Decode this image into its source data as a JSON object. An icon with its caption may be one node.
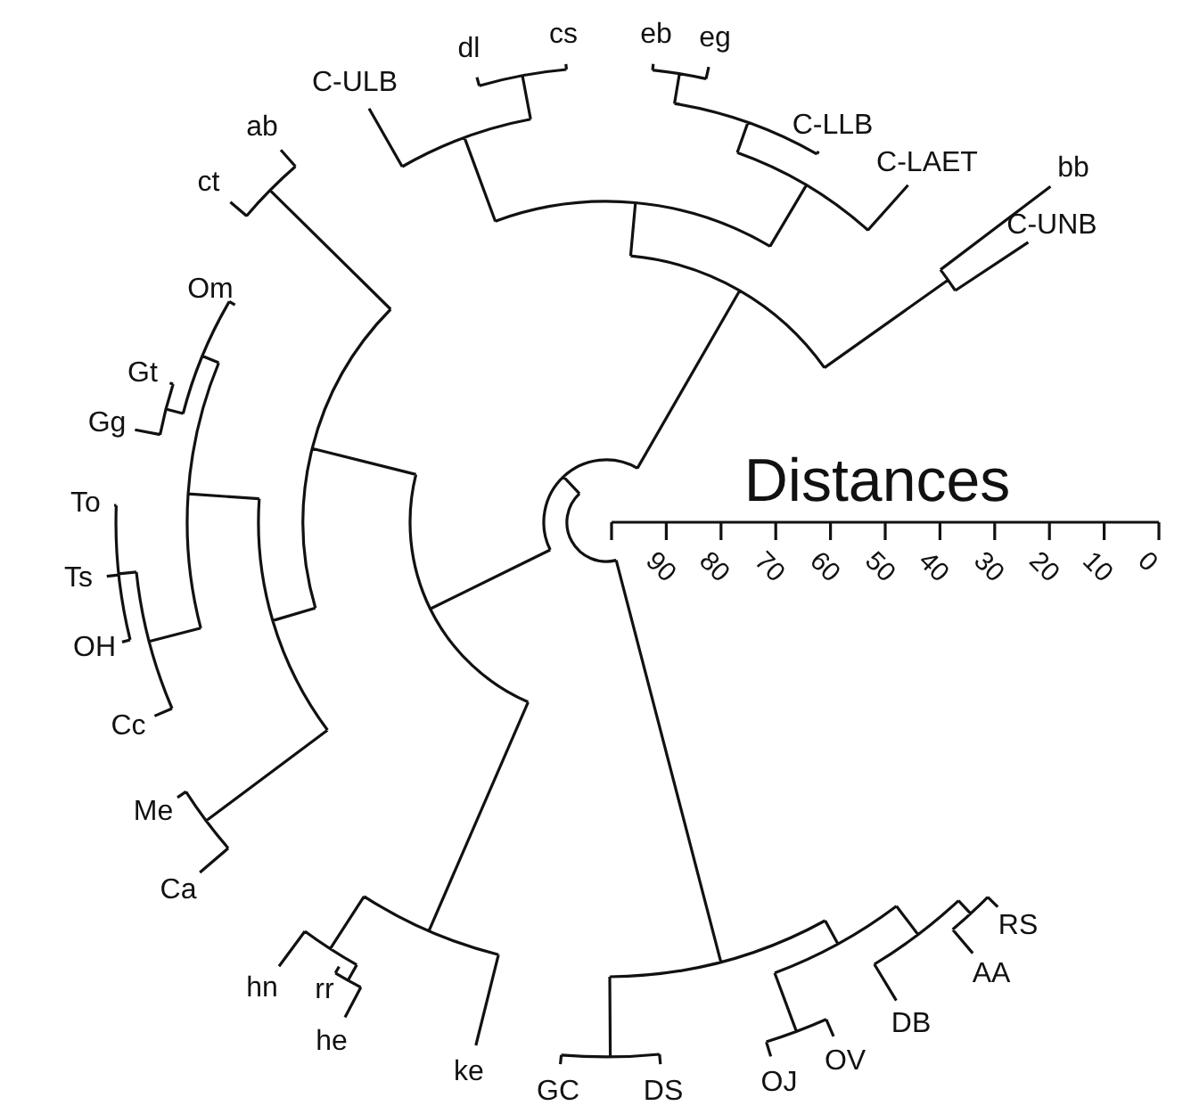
{
  "diagram": {
    "labels": [
      "dl",
      "cs",
      "eb",
      "eg",
      "C-ULB",
      "ab",
      "C-LLB",
      "ct",
      "C-LAET",
      "bb",
      "C-UNB",
      "Om",
      "Gt",
      "Gg",
      "To",
      "Distances",
      "90",
      "80",
      "70",
      "60",
      "50",
      "40",
      "30",
      "20",
      "10",
      "0",
      "Ts",
      "OH",
      "Cc",
      "Me",
      "Ca",
      "RS",
      "hn",
      "rr",
      "AA",
      "he",
      "DB",
      "ke",
      "OV",
      "GC",
      "DS",
      "OJ"
    ]
  }
}
